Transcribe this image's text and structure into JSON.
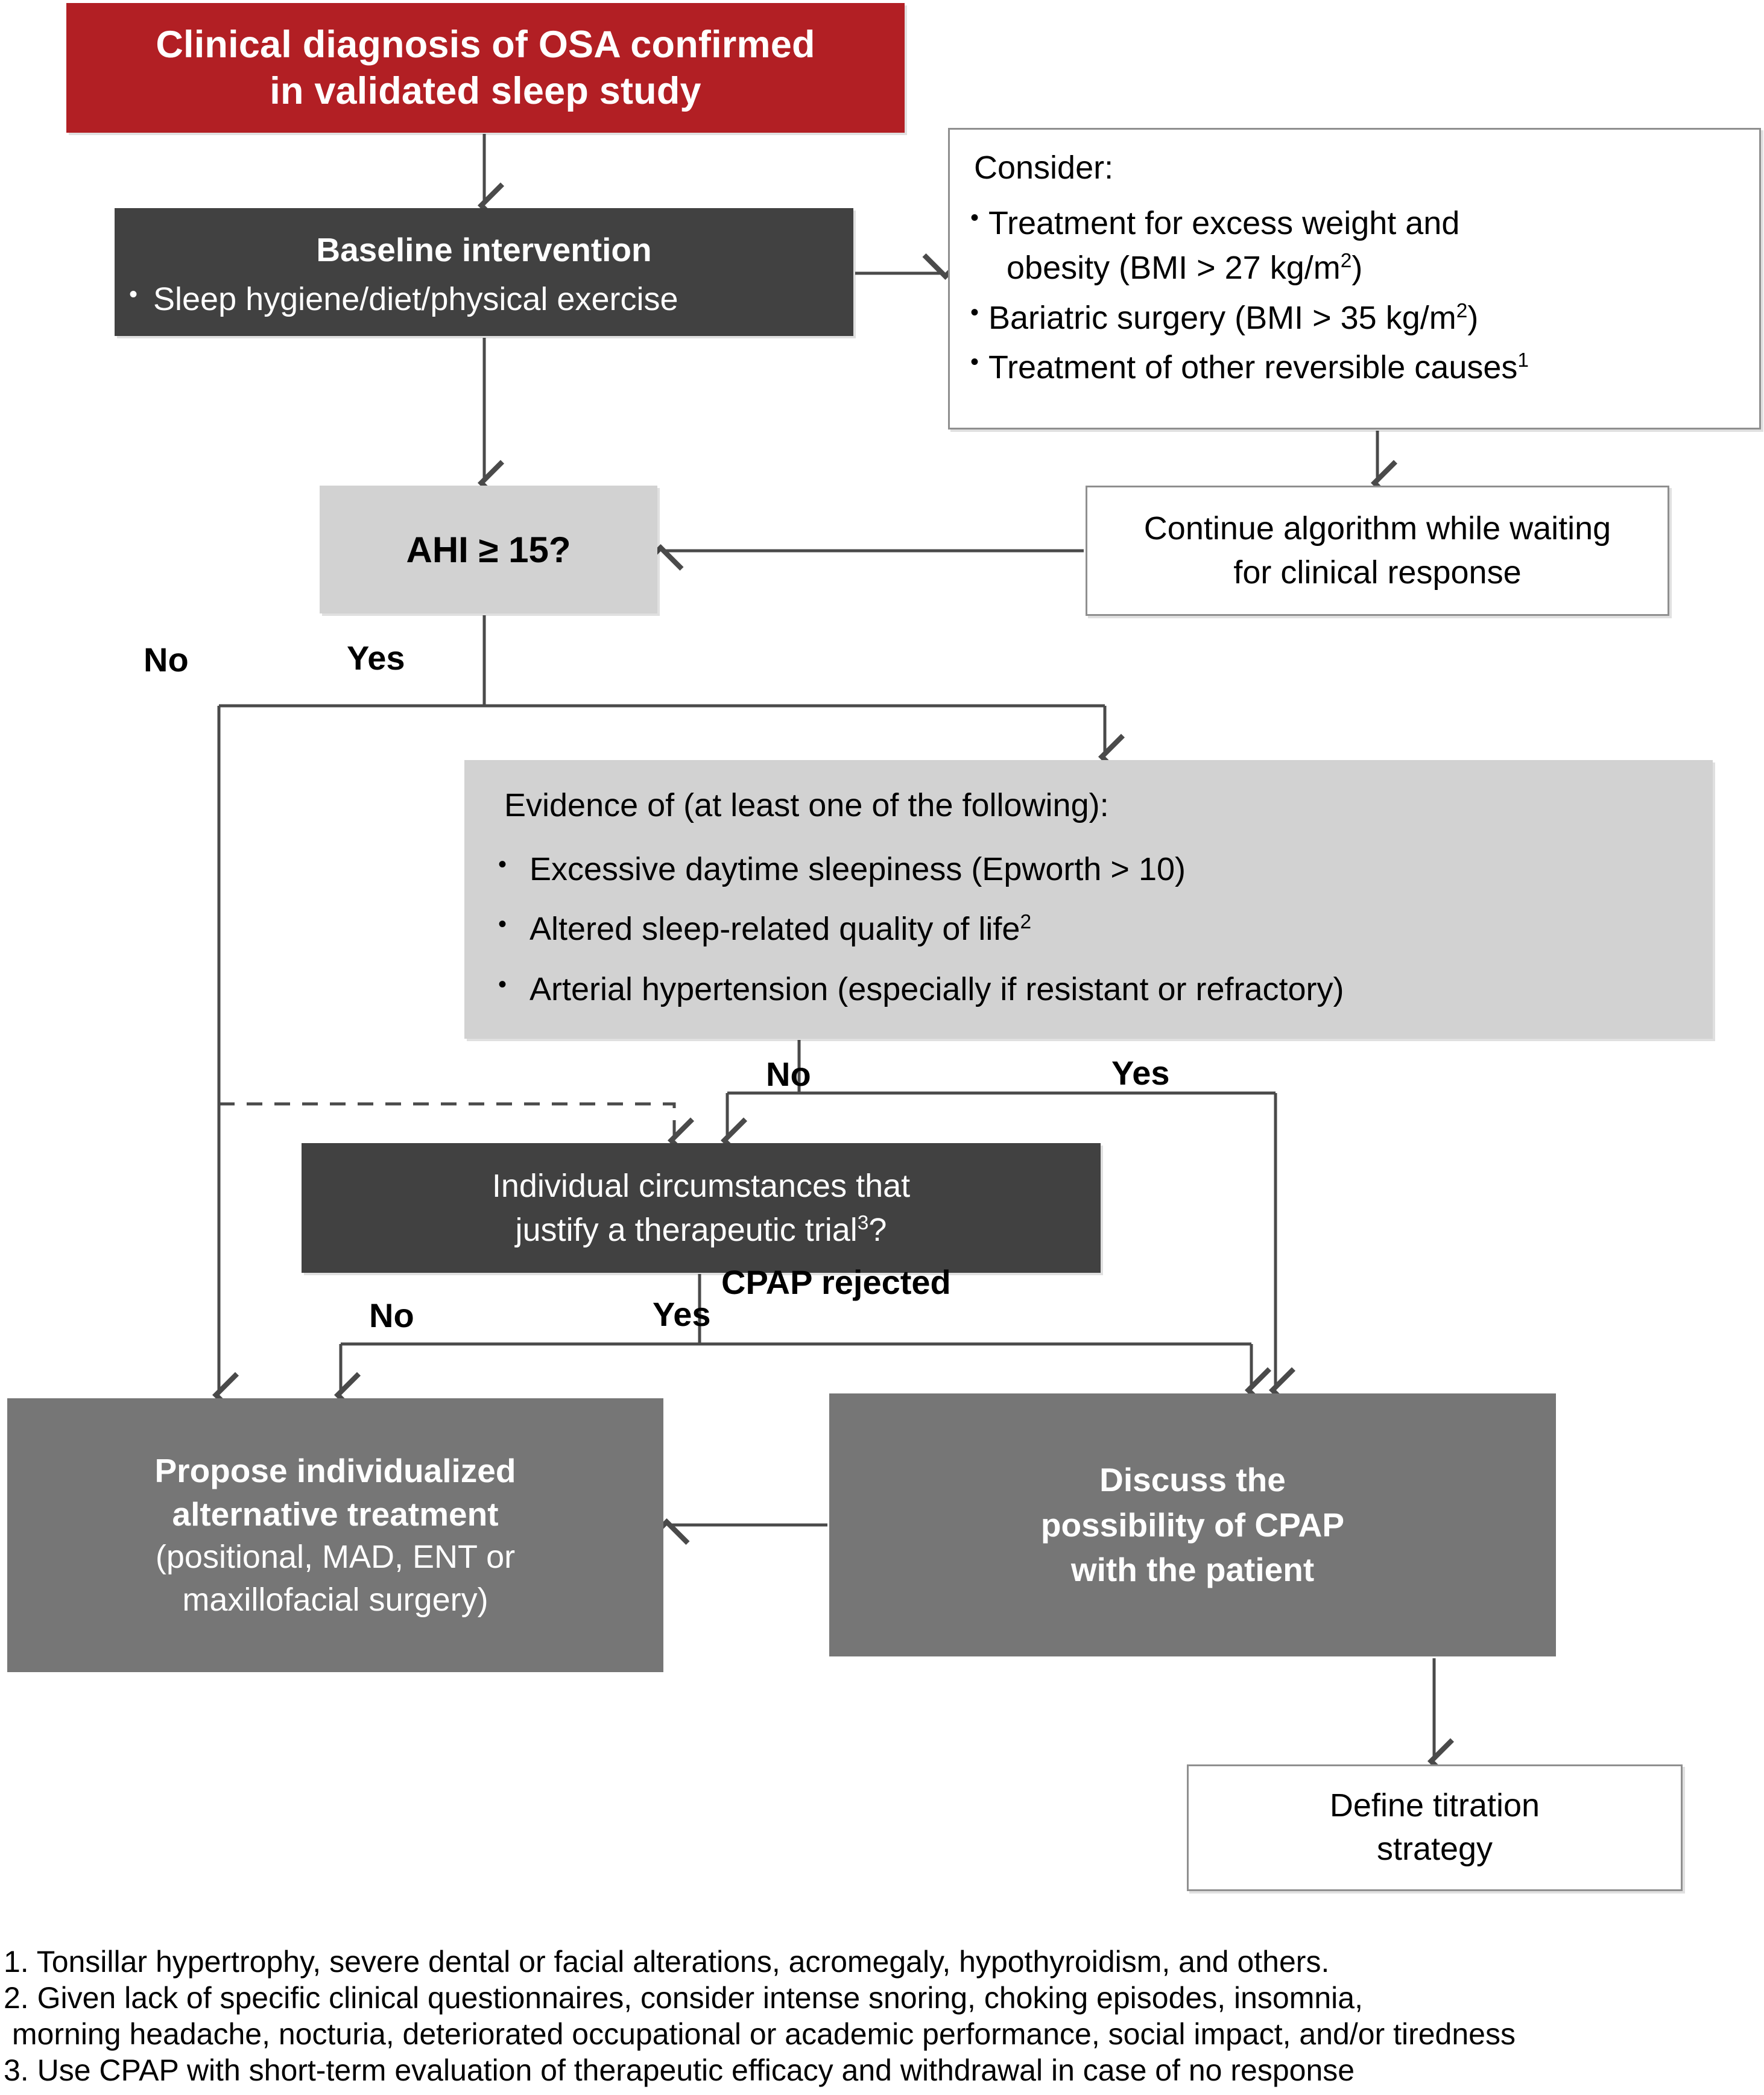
{
  "theme": {
    "red": "#b21f24",
    "dark": "#414141",
    "mid": "#767676",
    "light_grey": "#d2d2d2",
    "white": "#ffffff",
    "line": "#4a4a4a"
  },
  "nodes": {
    "diagnosis": {
      "line1": "Clinical diagnosis of OSA confirmed",
      "line2": "in validated sleep study"
    },
    "baseline": {
      "title": "Baseline intervention",
      "bullet_glyph": "•",
      "bullet1": "Sleep hygiene/diet/physical exercise"
    },
    "consider": {
      "header": "Consider:",
      "bullet_glyph": "•",
      "items": [
        {
          "text": "Treatment for excess weight and",
          "cont": "obesity (BMI > 27 kg/m",
          "sup": "2",
          "cont_end": ")"
        },
        {
          "text": "Bariatric surgery (BMI > 35 kg/m",
          "sup": "2",
          "text_end": ")"
        },
        {
          "text": "Treatment of other reversible causes",
          "sup": "1"
        }
      ]
    },
    "ahi": {
      "text": "AHI ≥ 15?"
    },
    "continue": {
      "line1": "Continue algorithm while waiting",
      "line2": "for clinical response"
    },
    "evidence": {
      "header": "Evidence of (at least one of the following):",
      "bullet_glyph": "•",
      "items": [
        {
          "text": "Excessive daytime sleepiness (Epworth > 10)"
        },
        {
          "text": "Altered sleep-related quality of life",
          "sup": "2"
        },
        {
          "text": "Arterial hypertension (especially if resistant or refractory)"
        }
      ]
    },
    "individual": {
      "line1": "Individual circumstances that",
      "line2_a": "justify a therapeutic trial",
      "line2_sup": "3",
      "line2_b": "?"
    },
    "propose": {
      "line1": "Propose individualized",
      "line2": "alternative treatment",
      "line3": "(positional, MAD, ENT or",
      "line4": "maxillofacial surgery)"
    },
    "cpap": {
      "line1": "Discuss the",
      "line2": "possibility of CPAP",
      "line3": "with the patient"
    },
    "titration": {
      "line1": "Define titration",
      "line2": "strategy"
    }
  },
  "edge_labels": {
    "ahi_no": "No",
    "ahi_yes": "Yes",
    "evidence_no": "No",
    "evidence_yes": "Yes",
    "individual_no": "No",
    "individual_yes": "Yes",
    "cpap_rejected": "CPAP rejected"
  },
  "footnotes": [
    "1. Tonsillar hypertrophy, severe dental or facial alterations, acromegaly, hypothyroidism, and others.",
    "2. Given lack of specific clinical questionnaires, consider intense snoring, choking episodes, insomnia,",
    " morning headache, nocturia, deteriorated occupational or academic performance, social impact, and/or tiredness",
    "3. Use CPAP with short-term evaluation of therapeutic efficacy and withdrawal in case of no response"
  ]
}
